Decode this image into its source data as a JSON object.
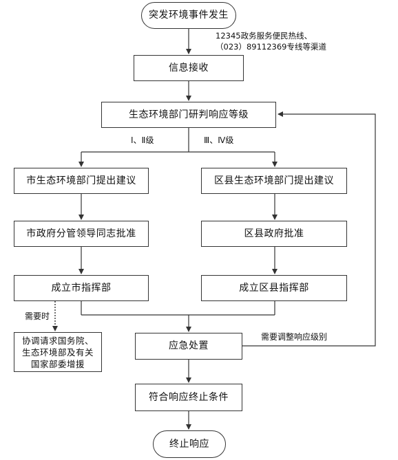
{
  "flowchart": {
    "start": "突发环境事件发生",
    "receive": "信息接收",
    "assess": "生态环境部门研判响应等级",
    "city_propose": "市生态环境部门提出建议",
    "city_approve": "市政府分管领导同志批准",
    "city_hq": "成立市指挥部",
    "county_propose": "区县生态环境部门提出建议",
    "county_approve": "区县政府批准",
    "county_hq": "成立区县指挥部",
    "coordinate": "协调请求国务院、\n生态环境部及有关\n国家部委增援",
    "handle": "应急处置",
    "terminate_condition": "符合响应终止条件",
    "end": "终止响应"
  },
  "labels": {
    "channels": "12345政务服务便民热线、\n（023）89112369专线等渠道",
    "level_city": "Ⅰ、Ⅱ级",
    "level_county": "Ⅲ、Ⅳ级",
    "when_needed": "需要时",
    "adjust_level": "需要调整响应级别"
  },
  "colors": {
    "line": "#333333",
    "border": "#333333"
  }
}
